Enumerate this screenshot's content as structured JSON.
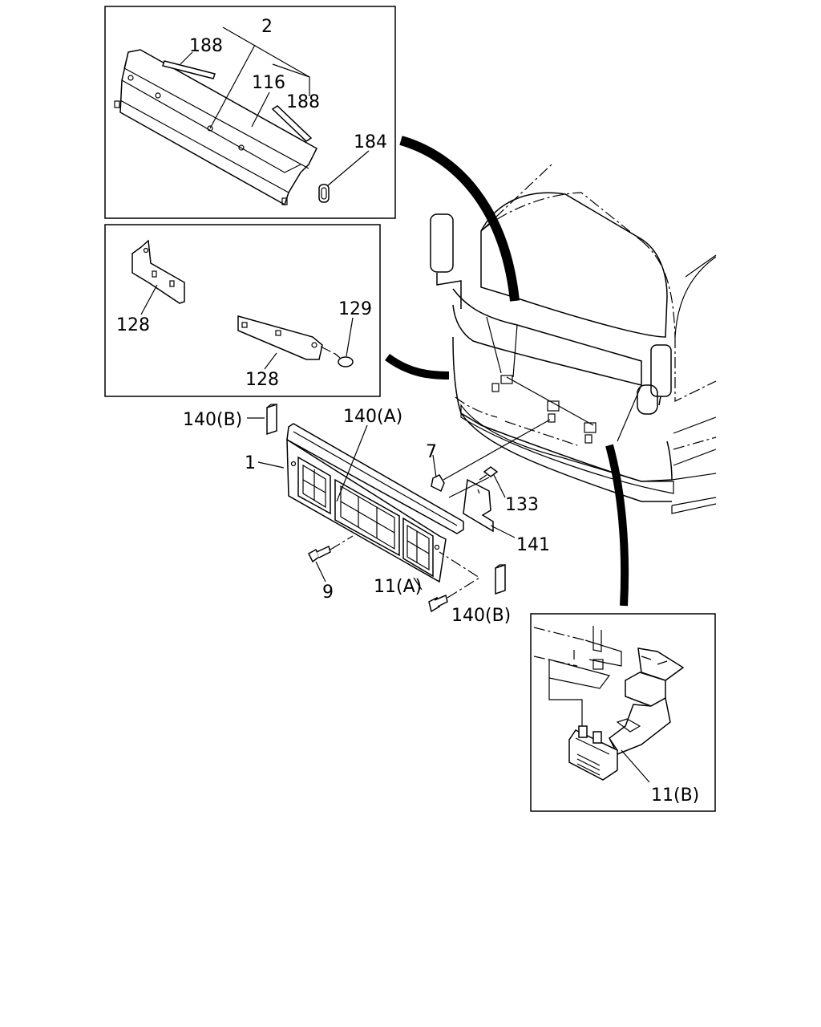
{
  "labels": {
    "l2": "2",
    "l188a": "188",
    "l116": "116",
    "l188b": "188",
    "l184": "184",
    "l128a": "128",
    "l129": "129",
    "l128b": "128",
    "l140b_top": "140(B)",
    "l140a": "140(A)",
    "l1": "1",
    "l7": "7",
    "l133": "133",
    "l141": "141",
    "l9": "9",
    "l11a": "11(A)",
    "l140b_bot": "140(B)",
    "l11b": "11(B)"
  }
}
